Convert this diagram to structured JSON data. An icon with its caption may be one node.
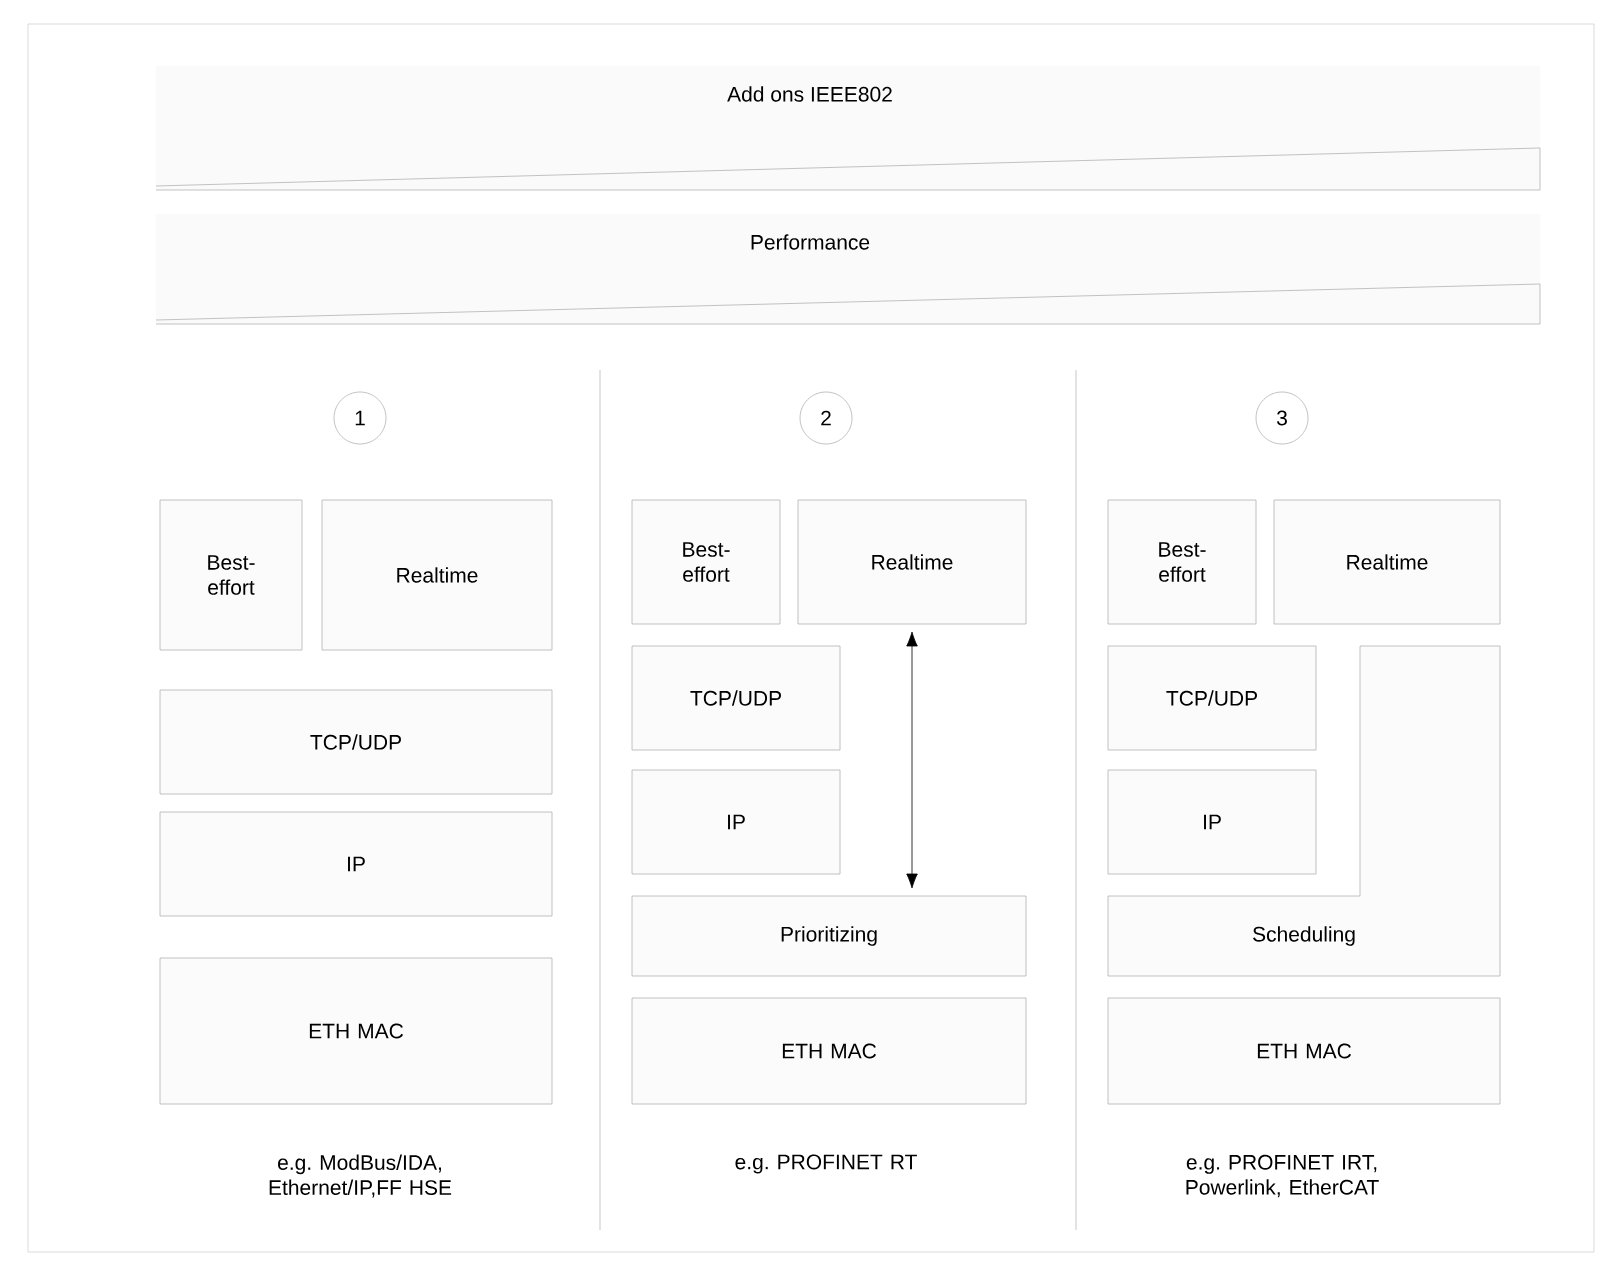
{
  "diagram": {
    "nodes": [
      {
        "text": [
          "Add ons IEEE802"
        ]
      },
      {
        "text": [
          "Performance"
        ]
      },
      {
        "text": [
          "1"
        ]
      },
      {
        "text": [
          "2"
        ]
      },
      {
        "text": [
          "3"
        ]
      },
      {
        "text": [
          "Best-effort"
        ]
      },
      {
        "text": [
          "Realtime"
        ]
      },
      {
        "text": [
          "TCP/UDP"
        ]
      },
      {
        "text": [
          "IP"
        ]
      },
      {
        "text": [
          "ETH MAC"
        ]
      },
      {
        "text": [
          "Best-effort"
        ]
      },
      {
        "text": [
          "Realtime"
        ]
      },
      {
        "text": [
          "TCP/UDP"
        ]
      },
      {
        "text": [
          "IP"
        ]
      },
      {
        "text": [
          "Prioritizing"
        ]
      },
      {
        "text": [
          "ETH MAC"
        ]
      },
      {
        "text": [
          "Best-effort"
        ]
      },
      {
        "text": [
          "Realtime"
        ]
      },
      {
        "text": [
          "TCP/UDP"
        ]
      },
      {
        "text": [
          "IP"
        ]
      },
      {
        "text": [
          "Scheduling"
        ]
      },
      {
        "text": [
          "ETH MAC"
        ]
      }
    ],
    "edges": [
      {
        "from": 11,
        "to": 14,
        "arrow": "both"
      }
    ],
    "labels": [
      "e.g. ModBus/IDA, Ethernet/IP,FF HSE",
      "e.g. PROFINET RT",
      "e.g. PROFINET IRT, Powerlink, EtherCAT"
    ]
  }
}
